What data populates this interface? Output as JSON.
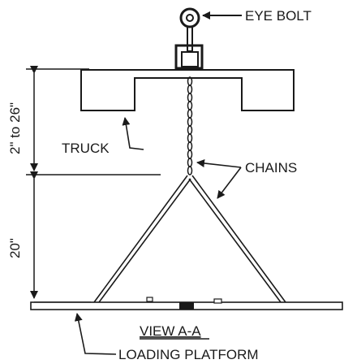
{
  "labels": {
    "eye_bolt": "EYE BOLT",
    "truck": "TRUCK",
    "chains": "CHAINS",
    "view": "VIEW A-A",
    "loading_platform": "LOADING PLATFORM"
  },
  "dimensions": {
    "upper": "2\" to 26\"",
    "lower": "20\""
  }
}
